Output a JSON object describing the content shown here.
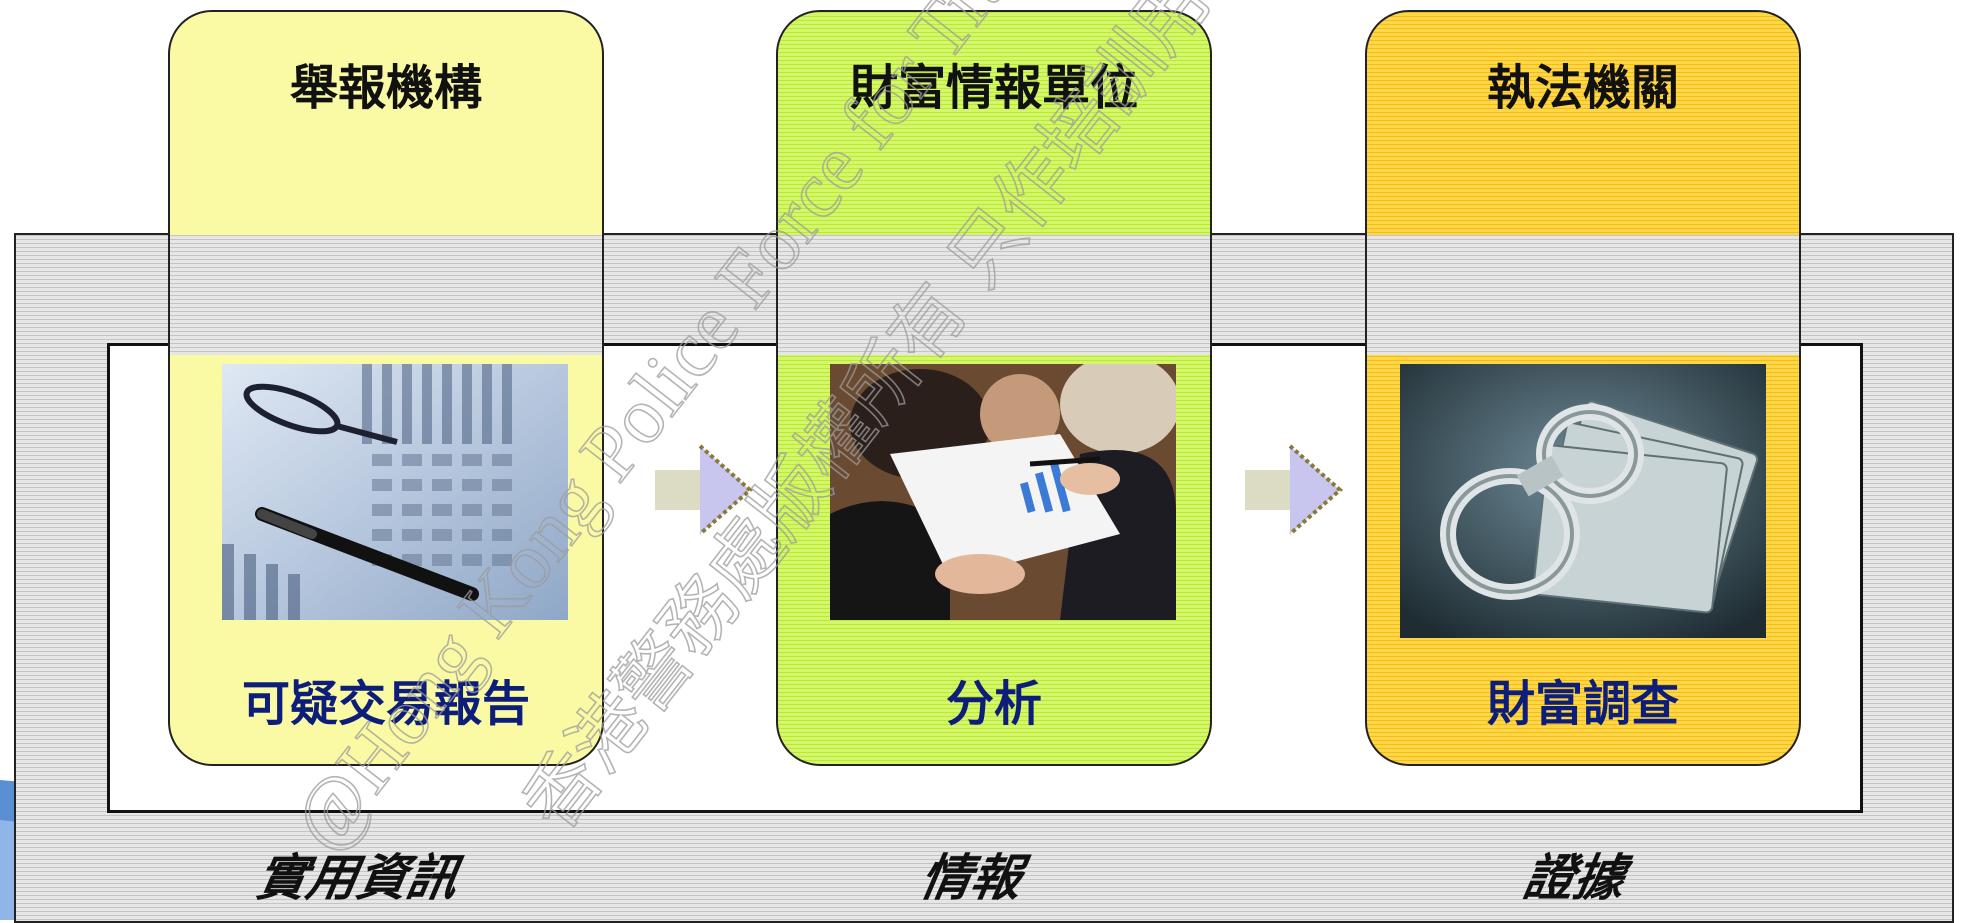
{
  "columns": [
    {
      "title": "舉報機構",
      "label": "可疑交易報告",
      "image": "documents-glasses-pen-photo"
    },
    {
      "title": "財富情報單位",
      "label": "分析",
      "image": "business-analysis-photo"
    },
    {
      "title": "執法機關",
      "label": "財富調查",
      "image": "handcuffs-money-photo"
    }
  ],
  "bottom_labels": [
    "實用資訊",
    "情報",
    "證據"
  ],
  "watermark": {
    "line1": "@Hong Kong Police Force for Training Purpose Only",
    "line2": "香港警務處版權所有 只作培訓用途"
  },
  "colors": {
    "yellow": "#fbfaa4",
    "green": "#c6ef4a",
    "orange": "#f9c623",
    "label_blue": "#0d1d7a"
  }
}
